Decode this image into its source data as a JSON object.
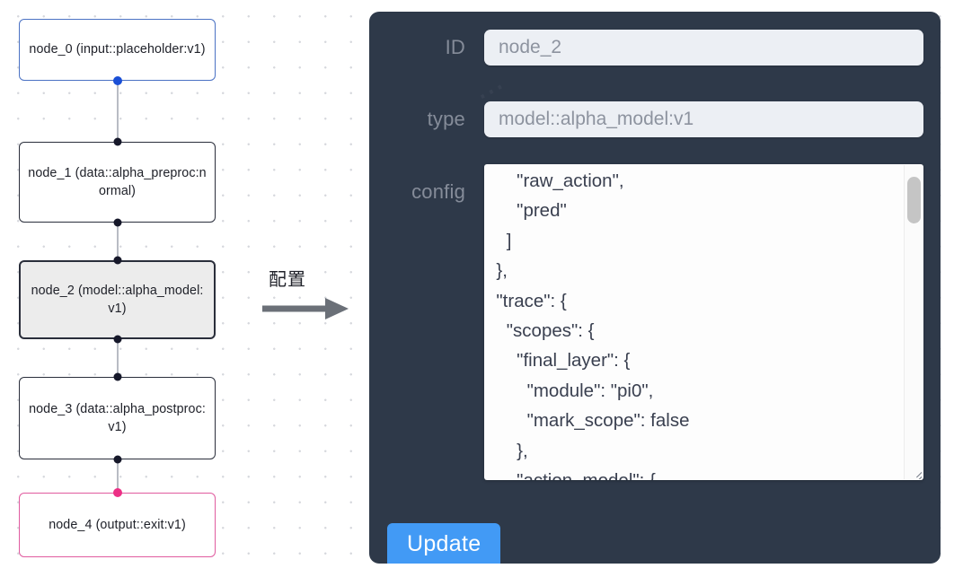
{
  "canvas": {
    "background_color": "#ffffff",
    "grid_dot_color": "#d6d8dd"
  },
  "graph": {
    "nodes": [
      {
        "id": "node_0",
        "label": "node_0\n(input::placeholder:v1)",
        "state": "input",
        "border_color": "#4b72c4",
        "fill": "#ffffff"
      },
      {
        "id": "node_1",
        "label": "node_1\n(data::alpha_preproc:normal)",
        "state": "plain",
        "border_color": "#2a2e3b",
        "fill": "#ffffff"
      },
      {
        "id": "node_2",
        "label": "node_2\n(model::alpha_model:v1)",
        "state": "selected",
        "border_color": "#2a2e3b",
        "fill": "#ececec"
      },
      {
        "id": "node_3",
        "label": "node_3\n(data::alpha_postproc:v1)",
        "state": "plain",
        "border_color": "#2a2e3b",
        "fill": "#ffffff"
      },
      {
        "id": "node_4",
        "label": "node_4\n(output::exit:v1)",
        "state": "output",
        "border_color": "#e05b9f",
        "fill": "#ffffff"
      }
    ],
    "edge_color": "#b8bcc4",
    "handle_colors": {
      "default": "#16182a",
      "source": "#1a4fd6",
      "target": "#ec2f85"
    }
  },
  "arrow": {
    "label": "配置",
    "color": "#6b7078"
  },
  "panel": {
    "background_color": "#2e3949",
    "fields": [
      {
        "name": "id",
        "label": "ID",
        "value": "node_2"
      },
      {
        "name": "type",
        "label": "type",
        "value": "model::alpha_model:v1"
      },
      {
        "name": "config",
        "label": "config",
        "value": "      \"raw_action\",\n      \"pred\"\n    ]\n  },\n  \"trace\": {\n    \"scopes\": {\n      \"final_layer\": {\n        \"module\": \"pi0\",\n        \"mark_scope\": false\n      },\n      \"action_model\": {"
      }
    ],
    "update_button": {
      "label": "Update",
      "color": "#429af5",
      "text_color": "#ffffff"
    },
    "scrollbar": {
      "thumb_color": "#c5c5c5",
      "track_color": "#fbfbfb"
    }
  }
}
